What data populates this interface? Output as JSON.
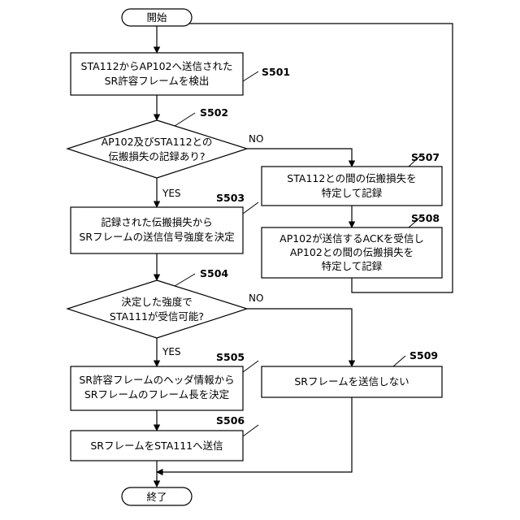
{
  "flowchart": {
    "start": {
      "label": "開始"
    },
    "end": {
      "label": "終了"
    },
    "s501": {
      "step": "S501",
      "lines": [
        "STA112からAP102へ送信された",
        "SR許容フレームを検出"
      ]
    },
    "s502": {
      "step": "S502",
      "lines": [
        "AP102及びSTA112との",
        "伝搬損失の記録あり?"
      ]
    },
    "s503": {
      "step": "S503",
      "lines": [
        "記録された伝搬損失から",
        "SRフレームの送信信号強度を決定"
      ]
    },
    "s504": {
      "step": "S504",
      "lines": [
        "決定した強度で",
        "STA111が受信可能?"
      ]
    },
    "s505": {
      "step": "S505",
      "lines": [
        "SR許容フレームのヘッダ情報から",
        "SRフレームのフレーム長を決定"
      ]
    },
    "s506": {
      "step": "S506",
      "lines": [
        "SRフレームをSTA111へ送信"
      ]
    },
    "s507": {
      "step": "S507",
      "lines": [
        "STA112との間の伝搬損失を",
        "特定して記録"
      ]
    },
    "s508": {
      "step": "S508",
      "lines": [
        "AP102が送信するACKを受信し",
        "AP102との間の伝搬損失を",
        "特定して記録"
      ]
    },
    "s509": {
      "step": "S509",
      "lines": [
        "SRフレームを送信しない"
      ]
    },
    "branch_labels": {
      "s502_no": "NO",
      "s502_yes": "YES",
      "s504_no": "NO",
      "s504_yes": "YES"
    }
  }
}
